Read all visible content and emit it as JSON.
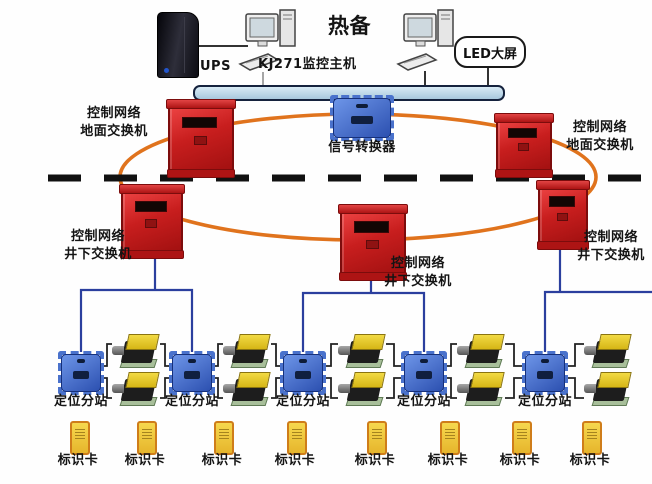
{
  "title": "KJ271 mine personnel positioning system network topology",
  "palette": {
    "ring_orange": "#e0731d",
    "cable_blue": "#2b3f9e",
    "device_red": "#cf1f1f",
    "device_blue": "#3a67cc",
    "device_yellow": "#e3c322",
    "bus_bar_fill": "#b9d6e8",
    "divider_black": "#111111"
  },
  "top": {
    "ups_label": "UPS",
    "host_label": "KJ271监控主机",
    "hot_standby": "热备",
    "led_label": "LED大屏"
  },
  "ring": {
    "converter_label": "信号转换器",
    "ground_switch_left": {
      "line1": "控制网络",
      "line2": "地面交换机"
    },
    "ground_switch_right": {
      "line1": "控制网络",
      "line2": "地面交换机"
    }
  },
  "underground": {
    "switch_left": {
      "line1": "控制网络",
      "line2": "井下交换机"
    },
    "switch_center": {
      "line1": "控制网络",
      "line2": "井下交换机"
    },
    "switch_right": {
      "line1": "控制网络",
      "line2": "井下交换机"
    }
  },
  "substations": {
    "labels": [
      "定位分站",
      "定位分站",
      "定位分站",
      "定位分站",
      "定位分站"
    ]
  },
  "cards": {
    "labels": [
      "标识卡",
      "标识卡",
      "标识卡",
      "标识卡",
      "标识卡",
      "标识卡",
      "标识卡",
      "标识卡"
    ]
  }
}
